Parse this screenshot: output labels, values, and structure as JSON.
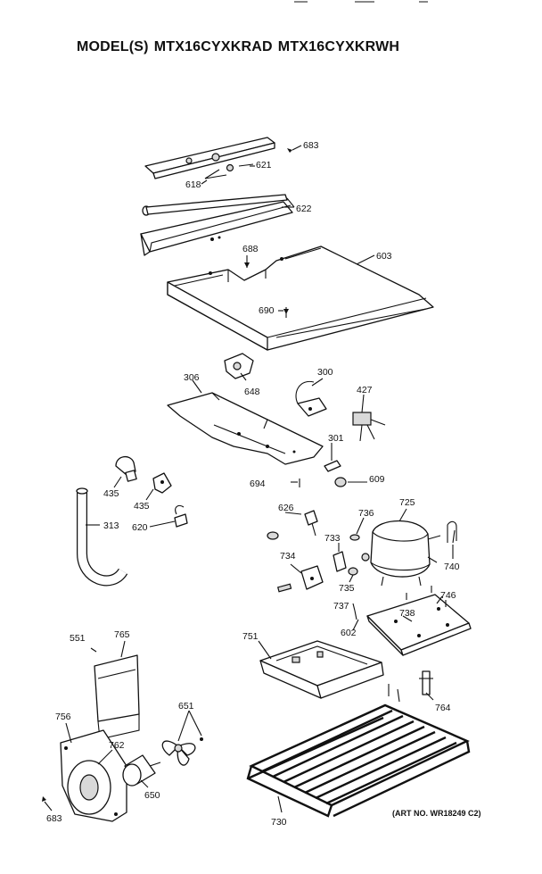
{
  "header": {
    "prefix": "MODEL(S)",
    "models": [
      "MTX16CYXKRAD",
      "MTX16CYXKRWH"
    ]
  },
  "art_number": "(ART NO. WR18249 C2)",
  "callouts": [
    {
      "id": "683a",
      "label": "683"
    },
    {
      "id": "621",
      "label": "621"
    },
    {
      "id": "618",
      "label": "618"
    },
    {
      "id": "622",
      "label": "622"
    },
    {
      "id": "688",
      "label": "688"
    },
    {
      "id": "603",
      "label": "603"
    },
    {
      "id": "690",
      "label": "690"
    },
    {
      "id": "306",
      "label": "306"
    },
    {
      "id": "648",
      "label": "648"
    },
    {
      "id": "300",
      "label": "300"
    },
    {
      "id": "427",
      "label": "427"
    },
    {
      "id": "301",
      "label": "301"
    },
    {
      "id": "694",
      "label": "694"
    },
    {
      "id": "609",
      "label": "609"
    },
    {
      "id": "435a",
      "label": "435"
    },
    {
      "id": "435b",
      "label": "435"
    },
    {
      "id": "313",
      "label": "313"
    },
    {
      "id": "620",
      "label": "620"
    },
    {
      "id": "626",
      "label": "626"
    },
    {
      "id": "736",
      "label": "736"
    },
    {
      "id": "725",
      "label": "725"
    },
    {
      "id": "733",
      "label": "733"
    },
    {
      "id": "740",
      "label": "740"
    },
    {
      "id": "734",
      "label": "734"
    },
    {
      "id": "735",
      "label": "735"
    },
    {
      "id": "746",
      "label": "746"
    },
    {
      "id": "737",
      "label": "737"
    },
    {
      "id": "738",
      "label": "738"
    },
    {
      "id": "551",
      "label": "551"
    },
    {
      "id": "765",
      "label": "765"
    },
    {
      "id": "751",
      "label": "751"
    },
    {
      "id": "602",
      "label": "602"
    },
    {
      "id": "651",
      "label": "651"
    },
    {
      "id": "756",
      "label": "756"
    },
    {
      "id": "762",
      "label": "762"
    },
    {
      "id": "764",
      "label": "764"
    },
    {
      "id": "650",
      "label": "650"
    },
    {
      "id": "683b",
      "label": "683"
    },
    {
      "id": "730",
      "label": "730"
    }
  ]
}
